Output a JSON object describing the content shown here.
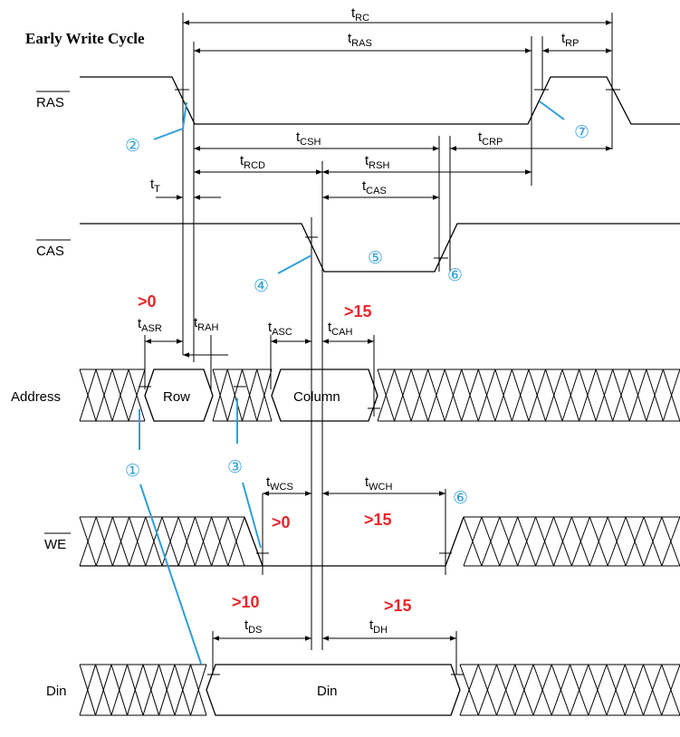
{
  "title": "Early Write Cycle",
  "signals": {
    "ras": "RAS",
    "cas": "CAS",
    "address": "Address",
    "we": "WE",
    "din": "Din"
  },
  "bus_labels": {
    "row": "Row",
    "column": "Column",
    "din": "Din"
  },
  "timings": {
    "trc": {
      "main": "t",
      "sub": "RC"
    },
    "tras": {
      "main": "t",
      "sub": "RAS"
    },
    "trp": {
      "main": "t",
      "sub": "RP"
    },
    "tcsh": {
      "main": "t",
      "sub": "CSH"
    },
    "tcrp": {
      "main": "t",
      "sub": "CRP"
    },
    "trcd": {
      "main": "t",
      "sub": "RCD"
    },
    "trsh": {
      "main": "t",
      "sub": "RSH"
    },
    "tt": {
      "main": "t",
      "sub": "T"
    },
    "tcas": {
      "main": "t",
      "sub": "CAS"
    },
    "tasr": {
      "main": "t",
      "sub": "ASR"
    },
    "trah": {
      "main": "t",
      "sub": "RAH"
    },
    "tasc": {
      "main": "t",
      "sub": "ASC"
    },
    "tcah": {
      "main": "t",
      "sub": "CAH"
    },
    "twcs": {
      "main": "t",
      "sub": "WCS"
    },
    "twch": {
      "main": "t",
      "sub": "WCH"
    },
    "tds": {
      "main": "t",
      "sub": "DS"
    },
    "tdh": {
      "main": "t",
      "sub": "DH"
    }
  },
  "constraints": {
    "tasr": ">0",
    "tcah": ">15",
    "twcs": ">0",
    "twch": ">15",
    "tds": ">10",
    "tdh": ">15"
  },
  "markers": {
    "m1": "①",
    "m2": "②",
    "m3": "③",
    "m4": "④",
    "m5": "⑤",
    "m6a": "⑥",
    "m6b": "⑥",
    "m7": "⑦"
  },
  "colors": {
    "marker": "#2e9fdc",
    "constraint": "#e8262b",
    "line": "#000000"
  }
}
